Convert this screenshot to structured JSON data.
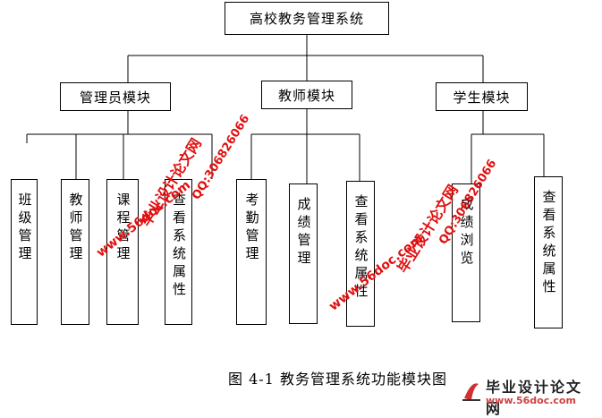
{
  "diagram": {
    "root": "高校教务管理系统",
    "modules": [
      {
        "label": "管理员模块",
        "children": [
          "班级管理",
          "教师管理",
          "课程管理",
          "查看系统属性"
        ]
      },
      {
        "label": "教师模块",
        "children": [
          "考勤管理",
          "成绩管理",
          "查看系统属性"
        ]
      },
      {
        "label": "学生模块",
        "children": [
          "成绩浏览",
          "查看系统属性"
        ]
      }
    ],
    "caption": "图 4-1  教务管理系统功能模块图"
  },
  "watermarks": {
    "site": "www.56doc.com",
    "qq": "QQ:306826066",
    "brand": "毕业设计论文网"
  },
  "logo": {
    "brand": "毕业设计论文网",
    "url": "www.56doc.com"
  }
}
